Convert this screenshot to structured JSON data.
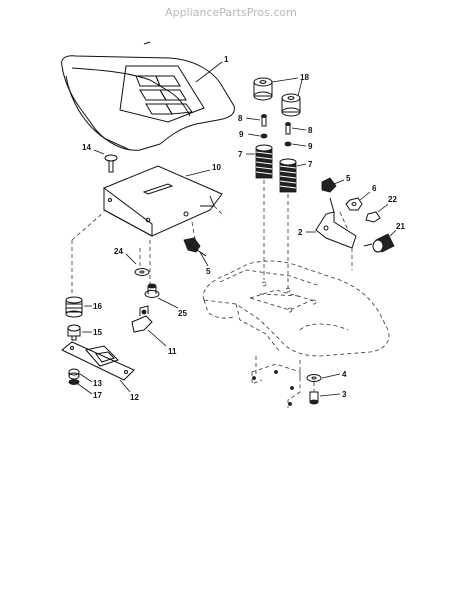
{
  "watermark": "AppliancePartsPros.com",
  "callouts": {
    "c1": "1",
    "c2": "2",
    "c3": "3",
    "c4": "4",
    "c5a": "5",
    "c5b": "5",
    "c6": "6",
    "c7a": "7",
    "c7b": "7",
    "c8a": "8",
    "c8b": "8",
    "c9a": "9",
    "c9b": "9",
    "c10": "10",
    "c11": "11",
    "c12": "12",
    "c13": "13",
    "c14": "14",
    "c15": "15",
    "c16": "16",
    "c17": "17",
    "c18": "18",
    "c21": "21",
    "c22": "22",
    "c24": "24",
    "c25": "25"
  }
}
